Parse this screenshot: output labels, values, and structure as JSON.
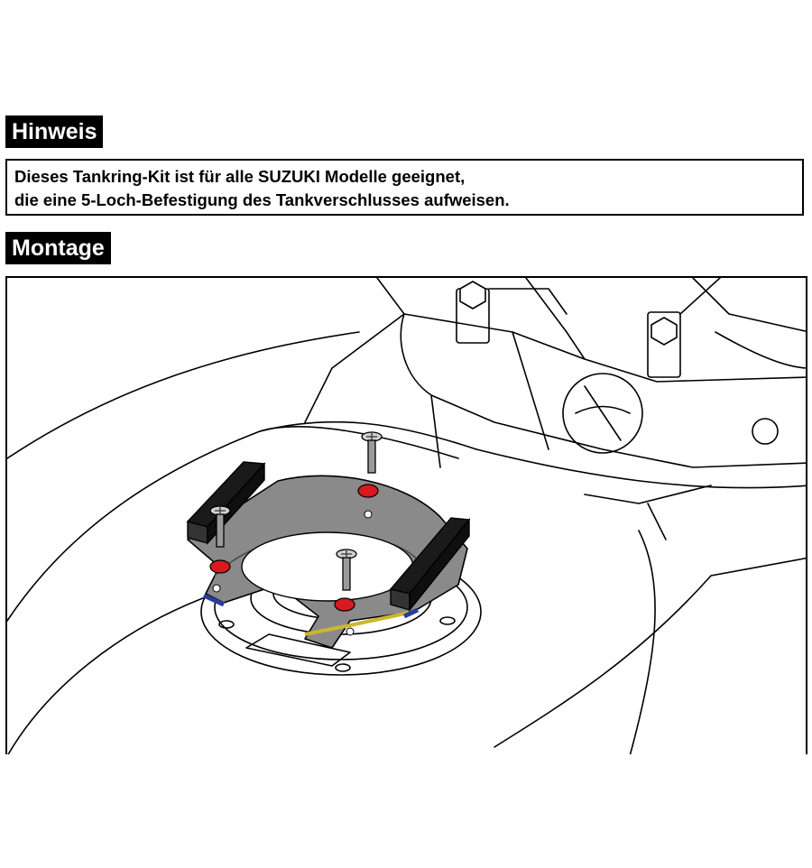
{
  "sections": {
    "hinweis": {
      "title": "Hinweis",
      "lines": [
        "Dieses Tankring-Kit ist für alle SUZUKI Modelle geeignet,",
        "die eine 5-Loch-Befestigung des Tankverschlusses aufweisen."
      ]
    },
    "montage": {
      "title": "Montage"
    }
  },
  "figure": {
    "subject": "tank-ring-mounting-illustration",
    "colors": {
      "line": "#000000",
      "plate": "#8a8a8a",
      "holes": "#d71920",
      "pads": "#1a1a1a",
      "accent_yellow": "#c9b830",
      "accent_blue": "#2a3c9a"
    }
  }
}
